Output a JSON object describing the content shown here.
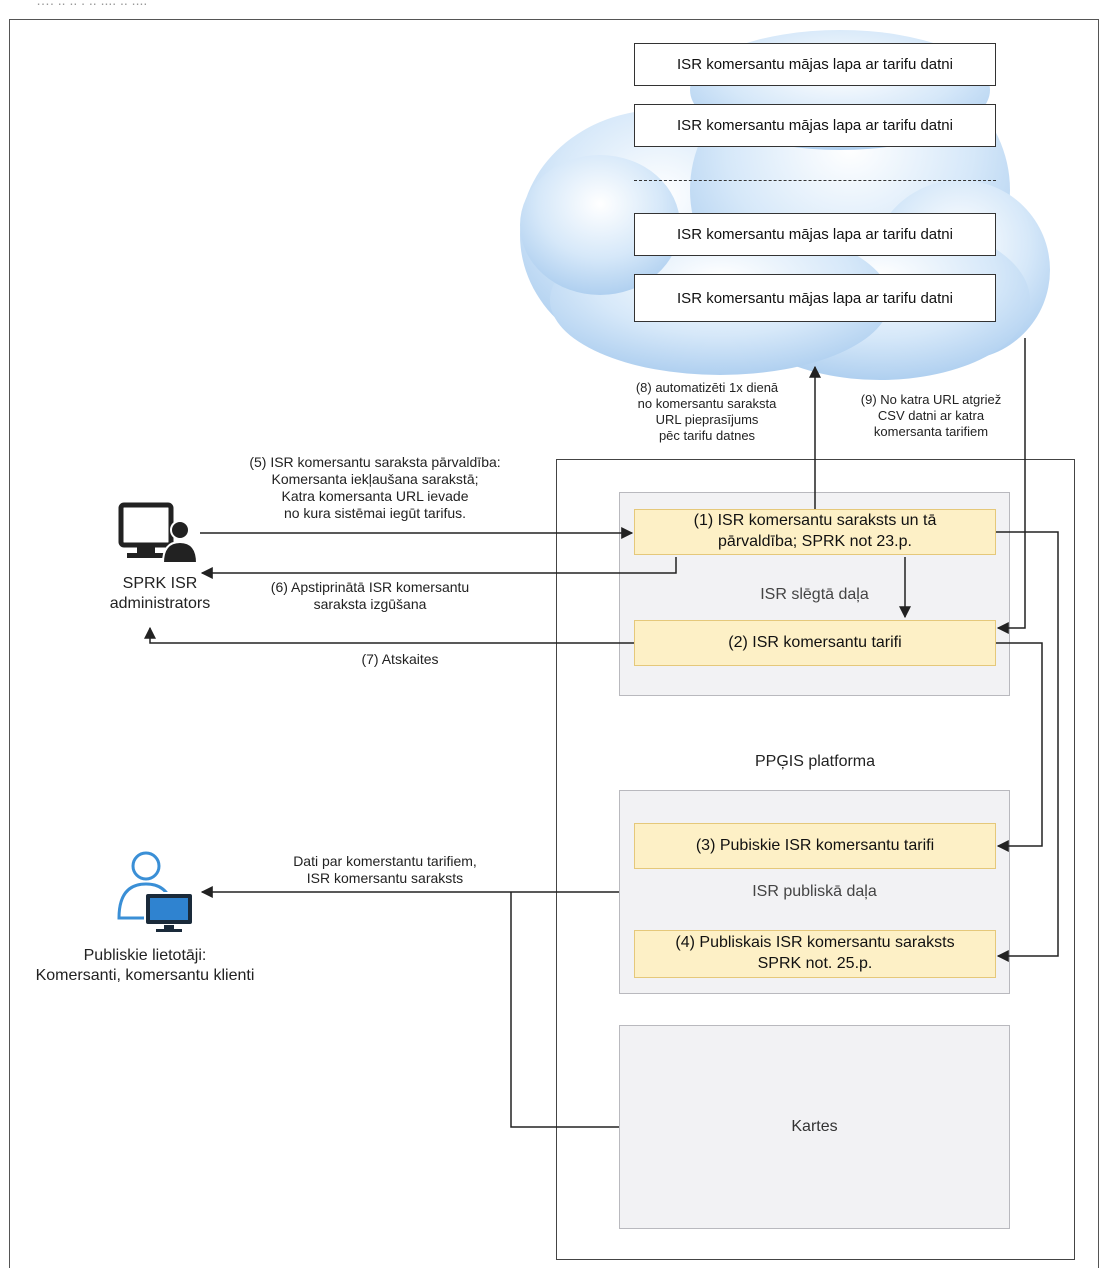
{
  "header": {
    "caption_fragment": "….  .. ..  . .. ....  .. ...."
  },
  "cloud": {
    "sites": [
      "ISR komersantu mājas lapa ar tarifu datni",
      "ISR komersantu mājas lapa ar tarifu datni",
      "ISR komersantu mājas lapa ar tarifu datni",
      "ISR komersantu mājas lapa ar tarifu datni"
    ],
    "fill_color": "#bcd9f3"
  },
  "actors": {
    "admin": {
      "label_1": "SPRK ISR",
      "label_2": "administrators",
      "icon": "admin-computer-user-icon"
    },
    "public": {
      "label_1": "Publiskie lietotāji:",
      "label_2": "Komersanti, komersantu klienti",
      "icon": "public-user-monitor-icon"
    }
  },
  "platform": {
    "name": "PPĢIS platforma",
    "closed_part": "ISR slēgtā daļa",
    "public_part": "ISR publiskā daļa",
    "maps": "Kartes"
  },
  "components": {
    "c1": {
      "line_1": "(1) ISR komersantu saraksts un tā",
      "line_2": "pārvaldība; SPRK not 23.p."
    },
    "c2": {
      "label": "(2) ISR komersantu tarifi"
    },
    "c3": {
      "label": "(3) Pubiskie ISR komersantu tarifi"
    },
    "c4": {
      "line_1": "(4) Publiskais ISR komersantu saraksts",
      "line_2": "SPRK not. 25.p."
    }
  },
  "flows": {
    "f5": [
      "(5) ISR komersantu saraksta pārvaldība:",
      "Komersanta iekļaušana sarakstā;",
      "Katra komersanta URL ievade",
      "no kura sistēmai iegūt tarifus."
    ],
    "f6": [
      "(6) Apstiprinātā ISR komersantu",
      "saraksta izgūšana"
    ],
    "f7": "(7) Atskaites",
    "f8": [
      "(8) automatizēti 1x dienā",
      "no komersantu saraksta",
      "URL pieprasījums",
      "pēc tarifu datnes"
    ],
    "f9": [
      "(9) No katra URL atgriež",
      "CSV datni ar katra",
      "komersanta tarifiem"
    ],
    "public_data": [
      "Dati par komerstantu tarifiem,",
      "ISR komersantu saraksts"
    ]
  },
  "colors": {
    "component_fill": "#fdf0c6",
    "area_fill": "#f2f2f4",
    "cloud_fill": "#bcd9f3",
    "line": "#222222"
  }
}
